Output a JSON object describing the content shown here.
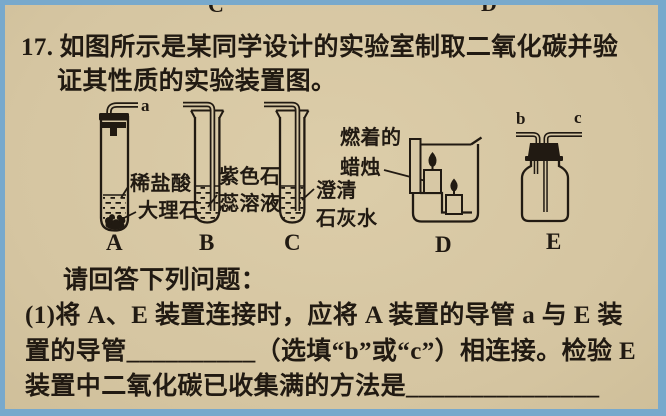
{
  "palette": {
    "paper": "#d7c8a5",
    "border_blue": "#78a9cc",
    "ink": "#211a12"
  },
  "cropped_top": {
    "left_glyph": "C",
    "right_glyph": "D"
  },
  "problem": {
    "number": "17.",
    "title_line1": "如图所示是某同学设计的实验室制取二氧化碳并验",
    "title_line2": "证其性质的实验装置图。"
  },
  "apparatus": {
    "a": {
      "port": "a",
      "liquid_label": "稀盐酸",
      "solid_label": "大理石",
      "letter": "A"
    },
    "b": {
      "label_line1": "紫色石",
      "label_line2": "蕊溶液",
      "letter": "B"
    },
    "c": {
      "label_line1": "澄清",
      "label_line2": "石灰水",
      "letter": "C"
    },
    "d": {
      "label_line1": "燃着的",
      "label_line2": "蜡烛",
      "letter": "D"
    },
    "e": {
      "port_left": "b",
      "port_right": "c",
      "letter": "E"
    }
  },
  "qa": {
    "prompt": "请回答下列问题：",
    "q1_line1": "(1)将 A、E 装置连接时，应将 A 装置的导管 a 与 E 装",
    "q1_line2": "置的导管__________（选填“b”或“c”）相连接。检验 E",
    "q1_line3": "装置中二氧化碳已收集满的方法是_______________"
  }
}
